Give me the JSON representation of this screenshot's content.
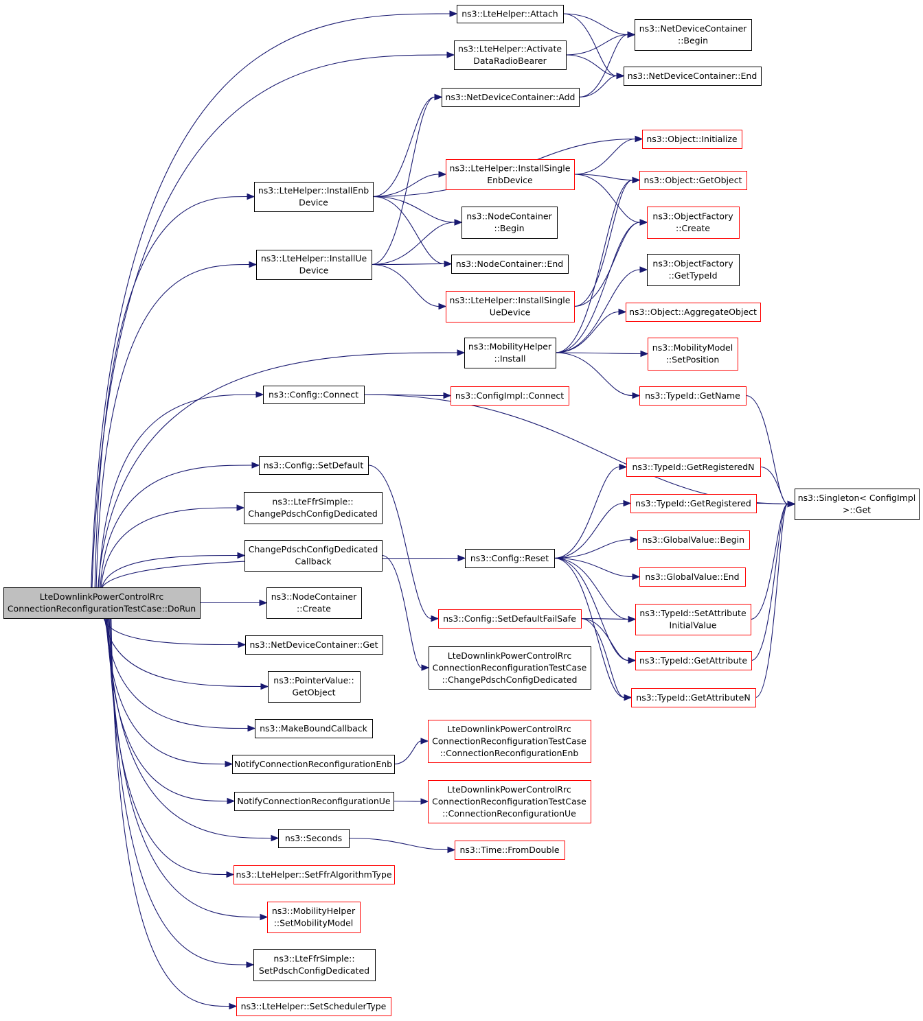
{
  "graph": {
    "nodes": [
      {
        "id": "root",
        "lines": [
          "LteDownlinkPowerControlRrc",
          "ConnectionReconfigurationTestCase::DoRun"
        ],
        "style": "root"
      },
      {
        "id": "attach",
        "lines": [
          "ns3::LteHelper::Attach"
        ],
        "style": "black"
      },
      {
        "id": "activate",
        "lines": [
          "ns3::LteHelper::Activate",
          "DataRadioBearer"
        ],
        "style": "black"
      },
      {
        "id": "ndc_add",
        "lines": [
          "ns3::NetDeviceContainer::Add"
        ],
        "style": "black"
      },
      {
        "id": "ndc_begin",
        "lines": [
          "ns3::NetDeviceContainer",
          "::Begin"
        ],
        "style": "black"
      },
      {
        "id": "ndc_end",
        "lines": [
          "ns3::NetDeviceContainer::End"
        ],
        "style": "black"
      },
      {
        "id": "obj_init",
        "lines": [
          "ns3::Object::Initialize"
        ],
        "style": "red"
      },
      {
        "id": "install_single_enb",
        "lines": [
          "ns3::LteHelper::InstallSingle",
          "EnbDevice"
        ],
        "style": "red"
      },
      {
        "id": "install_enb",
        "lines": [
          "ns3::LteHelper::InstallEnb",
          "Device"
        ],
        "style": "black"
      },
      {
        "id": "obj_getobject",
        "lines": [
          "ns3::Object::GetObject"
        ],
        "style": "red"
      },
      {
        "id": "nc_begin",
        "lines": [
          "ns3::NodeContainer",
          "::Begin"
        ],
        "style": "black"
      },
      {
        "id": "of_create",
        "lines": [
          "ns3::ObjectFactory",
          "::Create"
        ],
        "style": "red"
      },
      {
        "id": "install_ue",
        "lines": [
          "ns3::LteHelper::InstallUe",
          "Device"
        ],
        "style": "black"
      },
      {
        "id": "nc_end",
        "lines": [
          "ns3::NodeContainer::End"
        ],
        "style": "black"
      },
      {
        "id": "of_gettypeid",
        "lines": [
          "ns3::ObjectFactory",
          "::GetTypeId"
        ],
        "style": "black"
      },
      {
        "id": "install_single_ue",
        "lines": [
          "ns3::LteHelper::InstallSingle",
          "UeDevice"
        ],
        "style": "red"
      },
      {
        "id": "obj_aggregate",
        "lines": [
          "ns3::Object::AggregateObject"
        ],
        "style": "red"
      },
      {
        "id": "mob_install",
        "lines": [
          "ns3::MobilityHelper",
          "::Install"
        ],
        "style": "black"
      },
      {
        "id": "mm_setposition",
        "lines": [
          "ns3::MobilityModel",
          "::SetPosition"
        ],
        "style": "red"
      },
      {
        "id": "cfg_connect",
        "lines": [
          "ns3::Config::Connect"
        ],
        "style": "black"
      },
      {
        "id": "cfgimpl_connect",
        "lines": [
          "ns3::ConfigImpl::Connect"
        ],
        "style": "red"
      },
      {
        "id": "tid_getname",
        "lines": [
          "ns3::TypeId::GetName"
        ],
        "style": "red"
      },
      {
        "id": "cfg_setdefault",
        "lines": [
          "ns3::Config::SetDefault"
        ],
        "style": "black"
      },
      {
        "id": "tid_getregn",
        "lines": [
          "ns3::TypeId::GetRegisteredN"
        ],
        "style": "red"
      },
      {
        "id": "singleton_get",
        "lines": [
          "ns3::Singleton< ConfigImpl",
          ">::Get"
        ],
        "style": "black"
      },
      {
        "id": "ffr_change",
        "lines": [
          "ns3::LteFfrSimple::",
          "ChangePdschConfigDedicated"
        ],
        "style": "black"
      },
      {
        "id": "tid_getreg",
        "lines": [
          "ns3::TypeId::GetRegistered"
        ],
        "style": "red"
      },
      {
        "id": "gv_begin",
        "lines": [
          "ns3::GlobalValue::Begin"
        ],
        "style": "red"
      },
      {
        "id": "change_cb",
        "lines": [
          "ChangePdschConfigDedicated",
          "Callback"
        ],
        "style": "black"
      },
      {
        "id": "cfg_reset",
        "lines": [
          "ns3::Config::Reset"
        ],
        "style": "black"
      },
      {
        "id": "gv_end",
        "lines": [
          "ns3::GlobalValue::End"
        ],
        "style": "red"
      },
      {
        "id": "nc_create",
        "lines": [
          "ns3::NodeContainer",
          "::Create"
        ],
        "style": "black"
      },
      {
        "id": "cfg_setdefaultfs",
        "lines": [
          "ns3::Config::SetDefaultFailSafe"
        ],
        "style": "red"
      },
      {
        "id": "tid_setattrinit",
        "lines": [
          "ns3::TypeId::SetAttribute",
          "InitialValue"
        ],
        "style": "red"
      },
      {
        "id": "ndc_get",
        "lines": [
          "ns3::NetDeviceContainer::Get"
        ],
        "style": "black"
      },
      {
        "id": "tc_change",
        "lines": [
          "LteDownlinkPowerControlRrc",
          "ConnectionReconfigurationTestCase",
          "::ChangePdschConfigDedicated"
        ],
        "style": "black"
      },
      {
        "id": "tid_getattr",
        "lines": [
          "ns3::TypeId::GetAttribute"
        ],
        "style": "red"
      },
      {
        "id": "pv_getobject",
        "lines": [
          "ns3::PointerValue::",
          "GetObject"
        ],
        "style": "black"
      },
      {
        "id": "tid_getattrn",
        "lines": [
          "ns3::TypeId::GetAttributeN"
        ],
        "style": "red"
      },
      {
        "id": "make_cb",
        "lines": [
          "ns3::MakeBoundCallback"
        ],
        "style": "black"
      },
      {
        "id": "notify_enb",
        "lines": [
          "NotifyConnectionReconfigurationEnb"
        ],
        "style": "black"
      },
      {
        "id": "tc_conn_enb",
        "lines": [
          "LteDownlinkPowerControlRrc",
          "ConnectionReconfigurationTestCase",
          "::ConnectionReconfigurationEnb"
        ],
        "style": "red"
      },
      {
        "id": "notify_ue",
        "lines": [
          "NotifyConnectionReconfigurationUe"
        ],
        "style": "black"
      },
      {
        "id": "tc_conn_ue",
        "lines": [
          "LteDownlinkPowerControlRrc",
          "ConnectionReconfigurationTestCase",
          "::ConnectionReconfigurationUe"
        ],
        "style": "red"
      },
      {
        "id": "seconds",
        "lines": [
          "ns3::Seconds"
        ],
        "style": "black"
      },
      {
        "id": "time_fromdouble",
        "lines": [
          "ns3::Time::FromDouble"
        ],
        "style": "red"
      },
      {
        "id": "set_ffr_type",
        "lines": [
          "ns3::LteHelper::SetFfrAlgorithmType"
        ],
        "style": "red"
      },
      {
        "id": "set_mob_model",
        "lines": [
          "ns3::MobilityHelper",
          "::SetMobilityModel"
        ],
        "style": "red"
      },
      {
        "id": "ffr_setpdsch",
        "lines": [
          "ns3::LteFfrSimple::",
          "SetPdschConfigDedicated"
        ],
        "style": "black"
      },
      {
        "id": "set_sched_type",
        "lines": [
          "ns3::LteHelper::SetSchedulerType"
        ],
        "style": "red"
      }
    ],
    "edges": [
      [
        "root",
        "attach"
      ],
      [
        "root",
        "activate"
      ],
      [
        "root",
        "install_enb"
      ],
      [
        "root",
        "install_ue"
      ],
      [
        "root",
        "mob_install"
      ],
      [
        "root",
        "cfg_connect"
      ],
      [
        "root",
        "cfg_setdefault"
      ],
      [
        "root",
        "ffr_change"
      ],
      [
        "root",
        "change_cb"
      ],
      [
        "root",
        "cfg_reset"
      ],
      [
        "root",
        "nc_create"
      ],
      [
        "root",
        "ndc_get"
      ],
      [
        "root",
        "pv_getobject"
      ],
      [
        "root",
        "make_cb"
      ],
      [
        "root",
        "notify_enb"
      ],
      [
        "root",
        "notify_ue"
      ],
      [
        "root",
        "seconds"
      ],
      [
        "root",
        "set_ffr_type"
      ],
      [
        "root",
        "set_mob_model"
      ],
      [
        "root",
        "ffr_setpdsch"
      ],
      [
        "root",
        "set_sched_type"
      ],
      [
        "attach",
        "ndc_begin"
      ],
      [
        "attach",
        "ndc_end"
      ],
      [
        "activate",
        "ndc_begin"
      ],
      [
        "activate",
        "ndc_end"
      ],
      [
        "ndc_add",
        "ndc_begin"
      ],
      [
        "ndc_add",
        "ndc_end"
      ],
      [
        "install_enb",
        "ndc_add"
      ],
      [
        "install_enb",
        "obj_init"
      ],
      [
        "install_enb",
        "install_single_enb"
      ],
      [
        "install_enb",
        "nc_begin"
      ],
      [
        "install_enb",
        "nc_end"
      ],
      [
        "install_single_enb",
        "obj_init"
      ],
      [
        "install_single_enb",
        "obj_getobject"
      ],
      [
        "install_single_enb",
        "of_create"
      ],
      [
        "install_ue",
        "ndc_add"
      ],
      [
        "install_ue",
        "nc_begin"
      ],
      [
        "install_ue",
        "nc_end"
      ],
      [
        "install_ue",
        "install_single_ue"
      ],
      [
        "install_single_ue",
        "obj_getobject"
      ],
      [
        "install_single_ue",
        "of_create"
      ],
      [
        "mob_install",
        "obj_getobject"
      ],
      [
        "mob_install",
        "of_create"
      ],
      [
        "mob_install",
        "of_gettypeid"
      ],
      [
        "mob_install",
        "obj_aggregate"
      ],
      [
        "mob_install",
        "mm_setposition"
      ],
      [
        "mob_install",
        "tid_getname"
      ],
      [
        "cfg_connect",
        "cfgimpl_connect"
      ],
      [
        "cfg_connect",
        "singleton_get"
      ],
      [
        "tid_getname",
        "singleton_get"
      ],
      [
        "cfg_setdefault",
        "cfg_setdefaultfs"
      ],
      [
        "cfg_reset",
        "tid_getregn"
      ],
      [
        "cfg_reset",
        "tid_getreg"
      ],
      [
        "cfg_reset",
        "gv_begin"
      ],
      [
        "cfg_reset",
        "gv_end"
      ],
      [
        "cfg_reset",
        "tid_setattrinit"
      ],
      [
        "cfg_reset",
        "tid_getattr"
      ],
      [
        "cfg_reset",
        "tid_getattrn"
      ],
      [
        "tid_getregn",
        "singleton_get"
      ],
      [
        "tid_getreg",
        "singleton_get"
      ],
      [
        "tid_setattrinit",
        "singleton_get"
      ],
      [
        "tid_getattr",
        "singleton_get"
      ],
      [
        "tid_getattrn",
        "singleton_get"
      ],
      [
        "cfg_setdefaultfs",
        "tid_setattrinit"
      ],
      [
        "cfg_setdefaultfs",
        "tid_getattr"
      ],
      [
        "cfg_setdefaultfs",
        "tid_getattrn"
      ],
      [
        "change_cb",
        "tc_change"
      ],
      [
        "notify_enb",
        "tc_conn_enb"
      ],
      [
        "notify_ue",
        "tc_conn_ue"
      ],
      [
        "seconds",
        "time_fromdouble"
      ]
    ]
  }
}
